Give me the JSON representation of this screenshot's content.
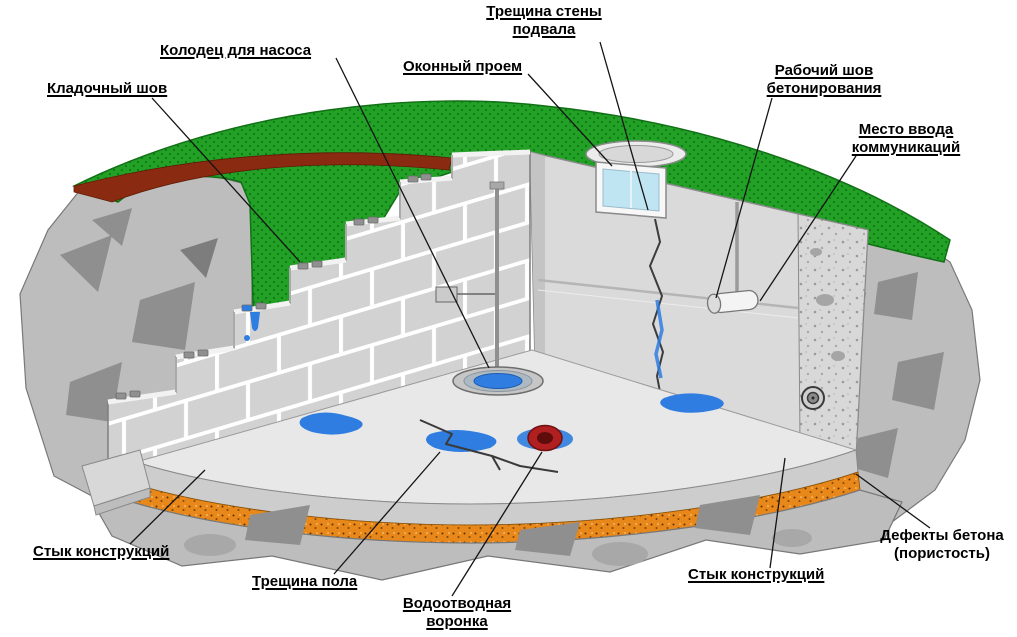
{
  "diagram": {
    "labels": [
      {
        "id": "wall-crack",
        "text": "Трещина стены подвала"
      },
      {
        "id": "pump-well",
        "text": "Колодец для насоса"
      },
      {
        "id": "window-opening",
        "text": "Оконный проем"
      },
      {
        "id": "masonry-joint",
        "text": "Кладочный шов"
      },
      {
        "id": "concrete-work-joint",
        "text": "Рабочий шов бетонирования"
      },
      {
        "id": "utilities-entry",
        "text": "Место ввода коммуникаций"
      },
      {
        "id": "structure-joint-left",
        "text": "Стык конструкций"
      },
      {
        "id": "floor-crack",
        "text": "Трещина пола"
      },
      {
        "id": "drain-funnel",
        "text": "Водоотводная воронка"
      },
      {
        "id": "structure-joint-right",
        "text": "Стык конструкций"
      },
      {
        "id": "concrete-defects",
        "text": "Дефекты бетона (пористость)"
      }
    ],
    "colors": {
      "grass": "#23a127",
      "grass_dot": "#0c7a12",
      "soil": "#8a2a10",
      "rock": "#bdbdbd",
      "rock_shadow": "#8f8f8f",
      "wall_block": "#d2d2d2",
      "concrete": "#dadada",
      "floor": "#e8e8e8",
      "insulation": "#e8871a",
      "water": "#2f7de0",
      "drain_red": "#b02020",
      "drain_red_dark": "#5f0c0c",
      "leader": "#141414",
      "background": "#ffffff"
    }
  }
}
